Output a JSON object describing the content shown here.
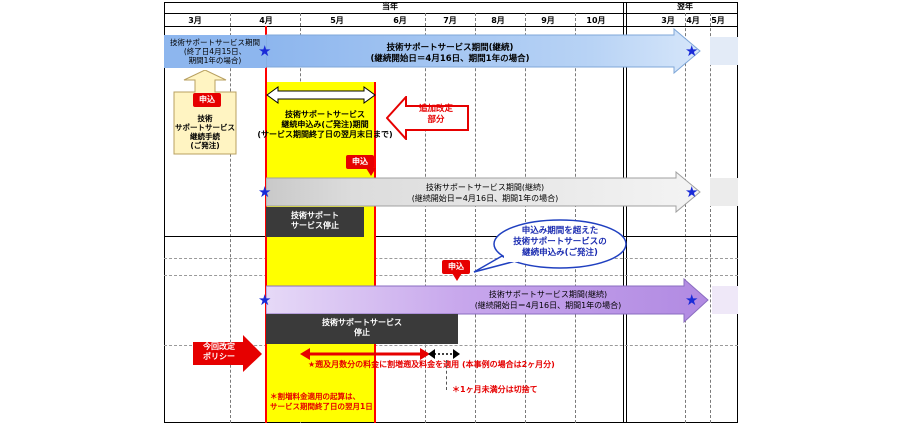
{
  "header": {
    "current_year": "当年",
    "next_year": "翌年",
    "months_current": [
      "3月",
      "4月",
      "5月",
      "6月",
      "7月",
      "8月",
      "9月",
      "10月"
    ],
    "months_next": [
      "3月",
      "4月",
      "5月"
    ]
  },
  "row1": {
    "left_box_lines": [
      "技術サポートサービス期間",
      "(終了日4月15日、",
      "期間1年の場合)"
    ],
    "main_bar_lines": [
      "技術サポートサービス期間(継続)",
      "(継続開始日＝4月16日、期間1年の場合)"
    ],
    "apply_badge": "申込",
    "manual_box_lines": [
      "技術",
      "サポートサービス",
      "継続手続",
      "(ご発注)"
    ],
    "window_lines": [
      "技術サポートサービス",
      "継続申込み(ご発注)期間",
      "(サービス期間終了日の翌月末日まで)"
    ],
    "added_label_lines": [
      "追加改定",
      "部分"
    ]
  },
  "row2": {
    "apply_badge": "申込",
    "bar_lines": [
      "技術サポートサービス期間(継続)",
      "(継続開始日＝4月16日、期間1年の場合)"
    ],
    "stop_box_lines": [
      "技術サポート",
      "サービス停止"
    ]
  },
  "row3": {
    "callout_lines": [
      "申込み期間を超えた",
      "技術サポートサービスの",
      "継続申込み(ご発注)"
    ],
    "apply_badge": "申込",
    "bar_lines": [
      "技術サポートサービス期間(継続)",
      "(継続開始日＝4月16日、期間1年の場合)"
    ],
    "stop_box_lines": [
      "技術サポートサービス",
      "停止"
    ],
    "policy_lines": [
      "今回改定",
      "ポリシー"
    ],
    "retro_note": "★遡及月数分の料金に割増遡及料金を適用 (本事例の場合は2ヶ月分)",
    "less_than_month_note": "＊1ヶ月未満分は切捨て",
    "surcharge_note_lines": [
      "＊割増料金適用の起算は、",
      "サービス期間終了日の翌月1日"
    ]
  },
  "icons": {
    "milestone": "star-icon",
    "apply": "apply-badge",
    "duration": "double-arrow-icon"
  },
  "colors": {
    "row1_bar": "#9fc3f0",
    "row2_bar": "#d9d9d9",
    "row3_bar": "#c7a6ec",
    "window": "#ffff00",
    "stop": "#3a3a3a",
    "accent": "#e60000",
    "star": "#1a2bd8"
  }
}
